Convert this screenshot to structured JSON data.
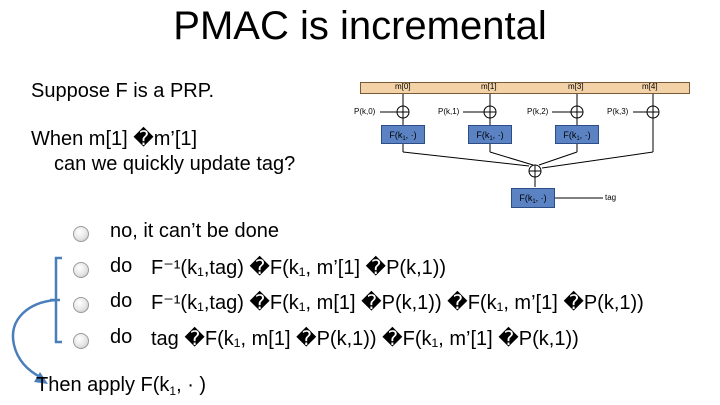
{
  "title": "PMAC is incremental",
  "intro": {
    "line1": "Suppose F is a PRP.",
    "line2": "When   m[1]  �m’[1]",
    "line3": "can we quickly update tag?"
  },
  "diagram": {
    "messages": [
      "m[0]",
      "m[1]",
      "m[3]",
      "m[4]"
    ],
    "pads": [
      "P(k,0)",
      "P(k,1)",
      "P(k,2)",
      "P(k,3)"
    ],
    "f_label": "F(k",
    "f_sub": "1",
    "f_tail": ", ·)",
    "tag": "tag"
  },
  "options": [
    {
      "parts": [
        "no, it can’t be done"
      ]
    },
    {
      "prefix": "do",
      "text": "F⁻¹(k₁,tag) �F(k₁, m’[1] �P(k,1))"
    },
    {
      "prefix": "do",
      "text": "F⁻¹(k₁,tag) �F(k₁, m[1] �P(k,1)) �F(k₁, m’[1] �P(k,1))"
    },
    {
      "prefix": "do",
      "text": "tag �F(k₁, m[1] �P(k,1)) �F(k₁, m’[1] �P(k,1))"
    }
  ],
  "bottom": {
    "text": "Then apply  F(k",
    "sub": "1",
    "tail": ",  · )"
  },
  "colors": {
    "bracket": "#4a7ebb",
    "fbox": "#5b83c4",
    "msgbox": "#f3d2a8"
  }
}
